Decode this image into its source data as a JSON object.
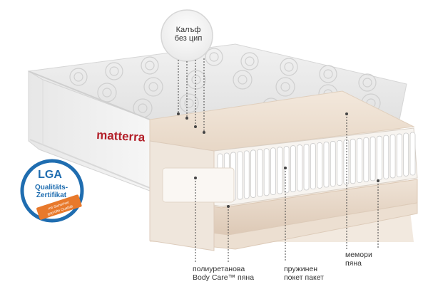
{
  "brand": {
    "logo_text": "matterra",
    "accent_color": "#b3202a"
  },
  "badge": {
    "logo_text": "LGA",
    "title": "Qualitäts-Zertifikat",
    "ribbon_text": "mit Sicherheit geprüfte Qualität",
    "colors": {
      "ring": "#1f6db0",
      "ribbon": "#e8792b"
    }
  },
  "labels": {
    "cover": {
      "line1": "Калъф",
      "line2": "без цип"
    },
    "polyurethane": {
      "line1": "полиуретанова",
      "line2": "Body Care™ пяна"
    },
    "pocket": {
      "line1": "пружинен",
      "line2": "покет пакет"
    },
    "memory": {
      "line1": "мемори",
      "line2": "пяна"
    }
  },
  "icons": {
    "coil_spring": "coil-spring-icon",
    "leader_marker": "dot-marker-icon"
  }
}
